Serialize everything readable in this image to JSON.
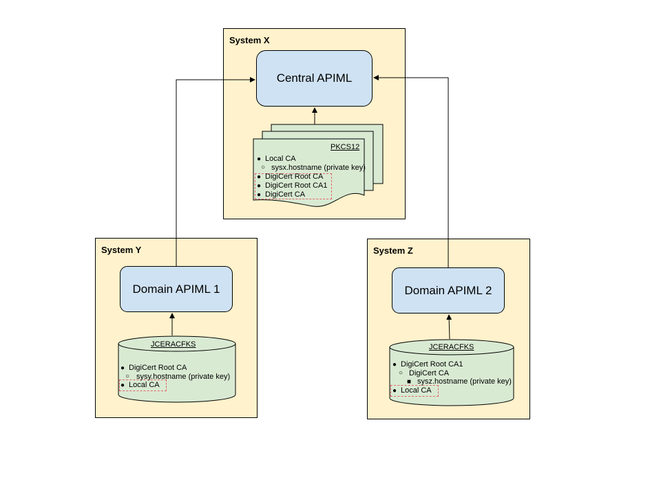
{
  "systems": {
    "x": {
      "title": "System X",
      "node": "Central APIML",
      "store": {
        "label": "PKCS12",
        "items": [
          "Local CA",
          "sysx.hostname (private key)",
          "DigiCert Root CA",
          "DigiCert Root CA1",
          "DigiCert CA"
        ]
      }
    },
    "y": {
      "title": "System Y",
      "node": "Domain APIML 1",
      "store": {
        "label": "JCERACFKS",
        "items": [
          "DigiCert Root CA",
          "sysy.hostname (private key)",
          "Local CA"
        ]
      }
    },
    "z": {
      "title": "System Z",
      "node": "Domain APIML 2",
      "store": {
        "label": "JCERACFKS",
        "items": [
          "DigiCert Root CA1",
          "DigiCert CA",
          "sysz.hostname (private key)",
          "Local CA"
        ]
      }
    }
  },
  "colors": {
    "system_fill": "#fff2cc",
    "node_fill": "#cfe2f3",
    "store_fill": "#d9ead3",
    "highlight": "#e06666"
  }
}
